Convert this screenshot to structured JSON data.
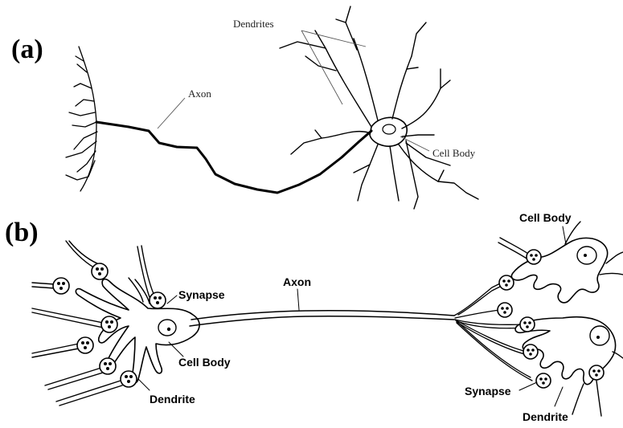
{
  "panel_a": {
    "label": "(a)",
    "labels": {
      "dendrites": "Dendrites",
      "axon": "Axon",
      "cell_body": "Cell Body"
    }
  },
  "panel_b": {
    "label": "(b)",
    "labels": {
      "axon": "Axon",
      "synapse_left": "Synapse",
      "cell_body_left": "Cell Body",
      "dendrite_left": "Dendrite",
      "cell_body_right": "Cell Body",
      "synapse_right": "Synapse",
      "dendrite_right": "Dendrite"
    }
  }
}
